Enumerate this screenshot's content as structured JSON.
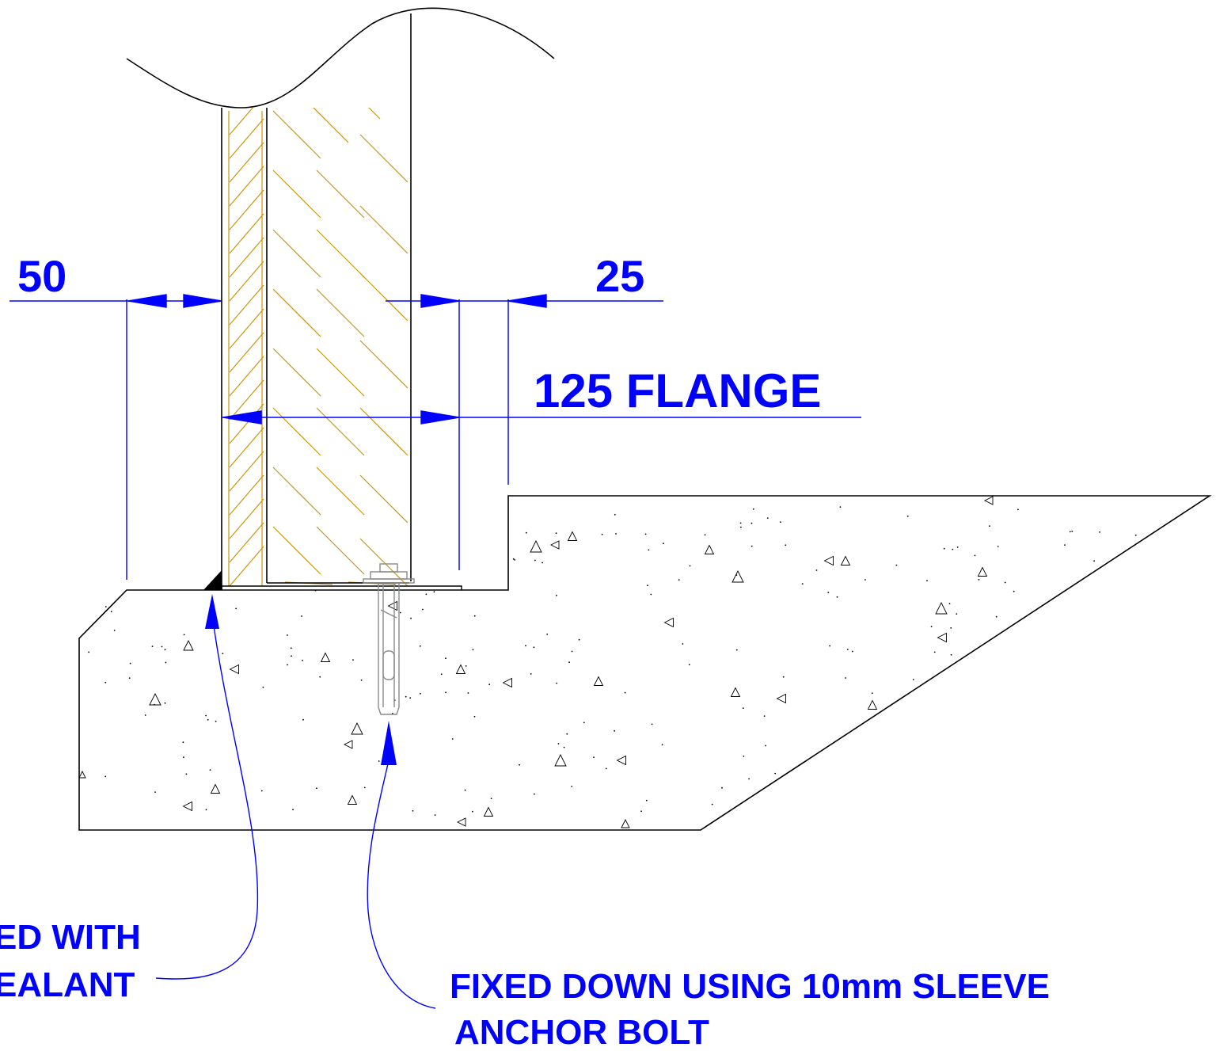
{
  "dimensions": {
    "left_gap": "50",
    "right_gap": "25",
    "flange": "125 FLANGE"
  },
  "callouts": {
    "sealant_line1": "ED WITH",
    "sealant_line2": "EALANT",
    "anchor_line1": "FIXED DOWN USING 10mm SLEEVE",
    "anchor_line2": "ANCHOR BOLT"
  },
  "colors": {
    "annotation": "#0000ff",
    "hatch": "#c8960a",
    "outline": "#000000",
    "bolt": "#8a8a8a"
  }
}
